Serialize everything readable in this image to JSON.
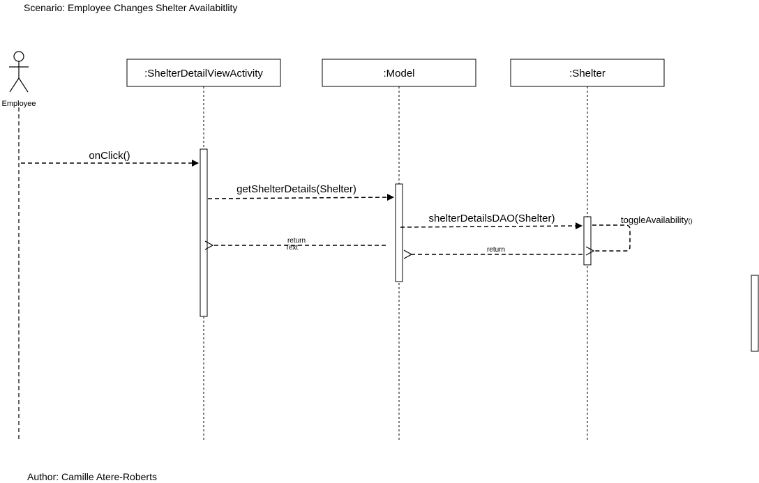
{
  "diagram": {
    "title": "Scenario: Employee Changes Shelter Availabitlity",
    "author": "Author: Camille Atere-Roberts",
    "actor": {
      "name": "Employee"
    },
    "lifelines": [
      {
        "name": ":ShelterDetailViewActivity"
      },
      {
        "name": ":Model"
      },
      {
        "name": ":Shelter"
      }
    ],
    "messages": {
      "onclick": "onClick()",
      "get_shelter_details": "getShelterDetails(Shelter)",
      "shelter_details_dao": "shelterDetailsDAO(Shelter)",
      "toggle_availability": "toggleAvailability",
      "toggle_availability_parens": "()",
      "return_label": "return",
      "text_label": "Text",
      "return_label_2": "return"
    }
  }
}
